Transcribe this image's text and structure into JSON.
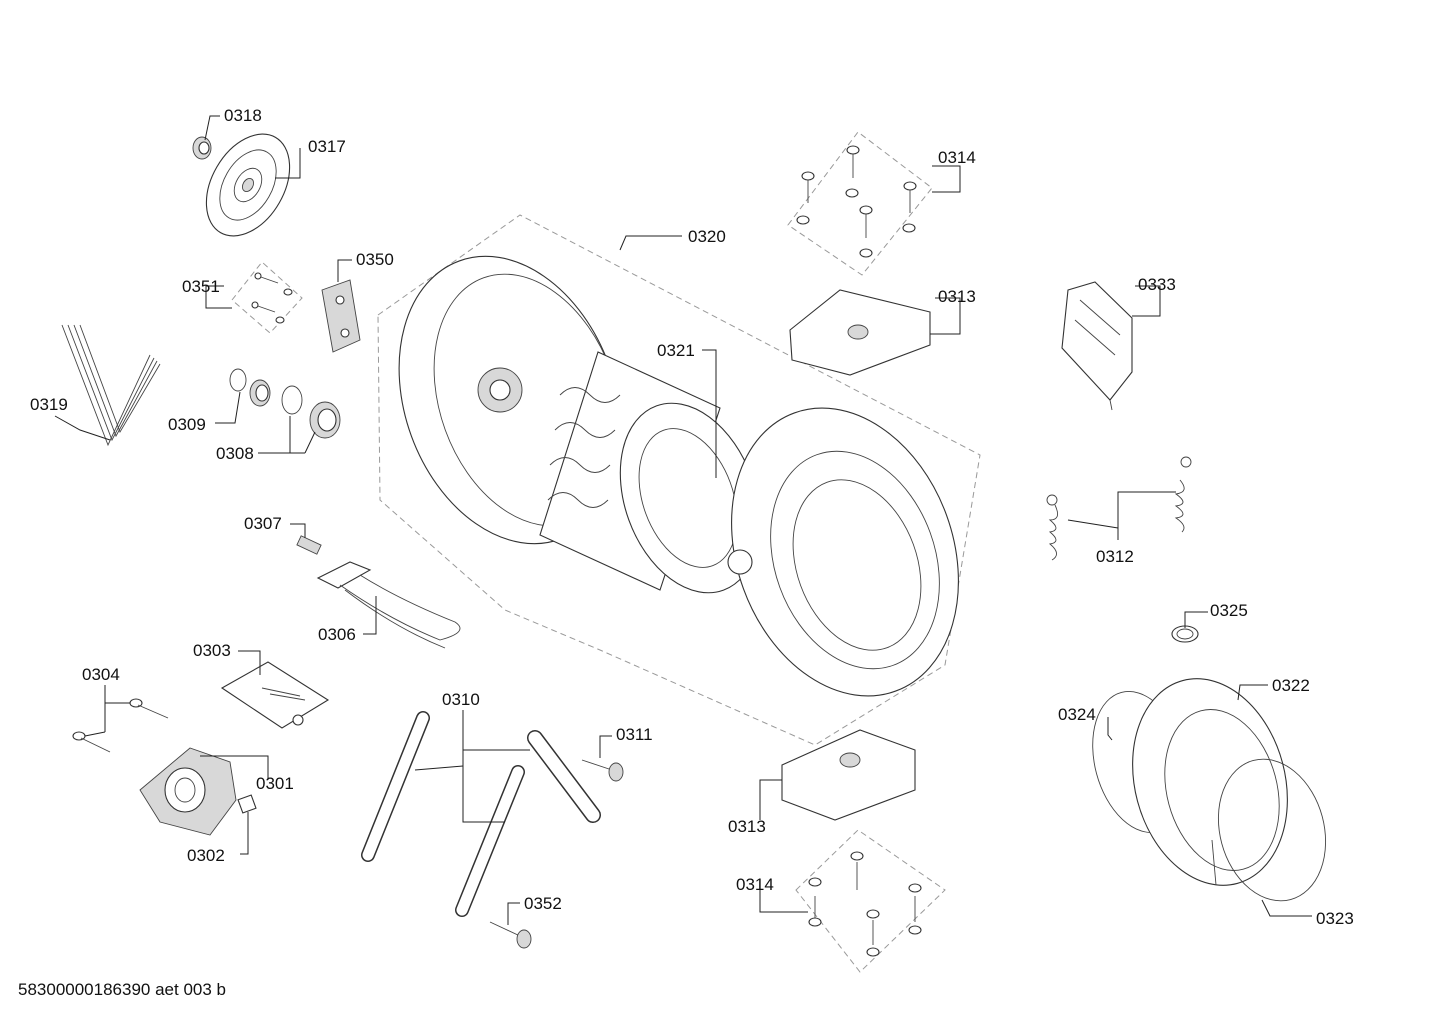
{
  "labels": {
    "p0318": "0318",
    "p0317": "0317",
    "p0351": "0351",
    "p0350": "0350",
    "p0319": "0319",
    "p0309": "0309",
    "p0308": "0308",
    "p0307": "0307",
    "p0306": "0306",
    "p0303": "0303",
    "p0304": "0304",
    "p0301": "0301",
    "p0302": "0302",
    "p0310": "0310",
    "p0311": "0311",
    "p0352": "0352",
    "p0320": "0320",
    "p0321": "0321",
    "p0314_top": "0314",
    "p0313_top": "0313",
    "p0313_bottom": "0313",
    "p0314_bottom": "0314",
    "p0333": "0333",
    "p0312": "0312",
    "p0325": "0325",
    "p0324": "0324",
    "p0322": "0322",
    "p0323": "0323"
  },
  "footer": "58300000186390 aet 003 b"
}
